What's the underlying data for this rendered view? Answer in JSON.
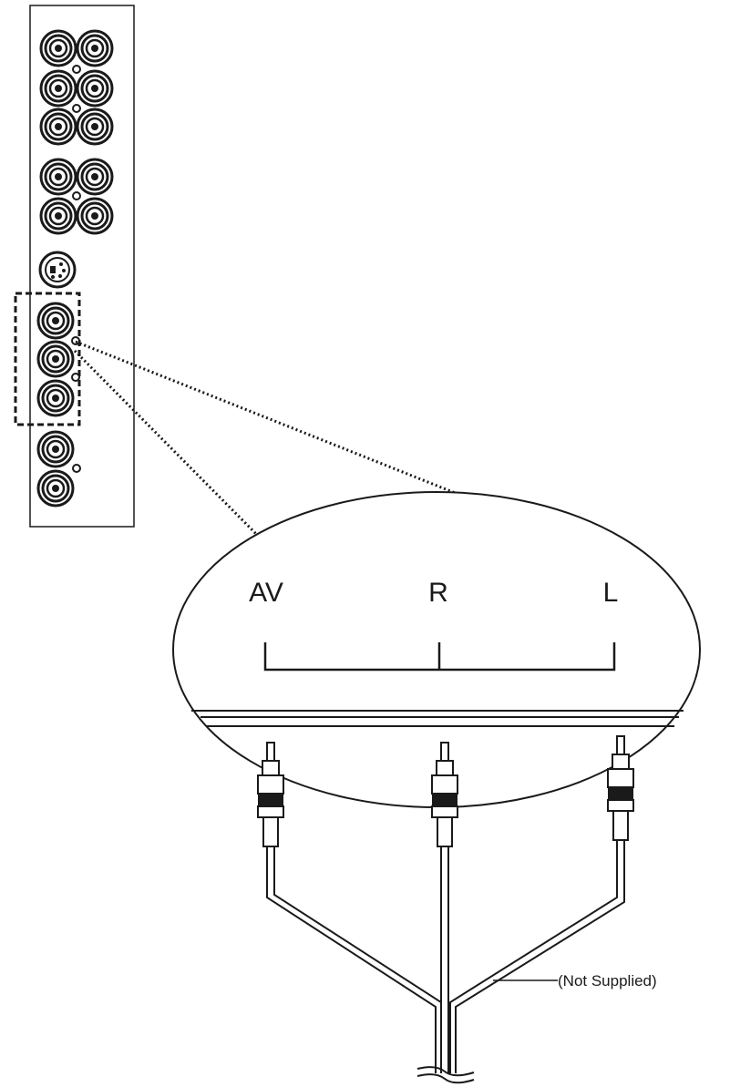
{
  "labels": {
    "av": "AV",
    "r": "R",
    "l": "L",
    "not_supplied": "(Not Supplied)"
  },
  "colors": {
    "ink": "#1a1a1a",
    "background": "#ffffff"
  }
}
